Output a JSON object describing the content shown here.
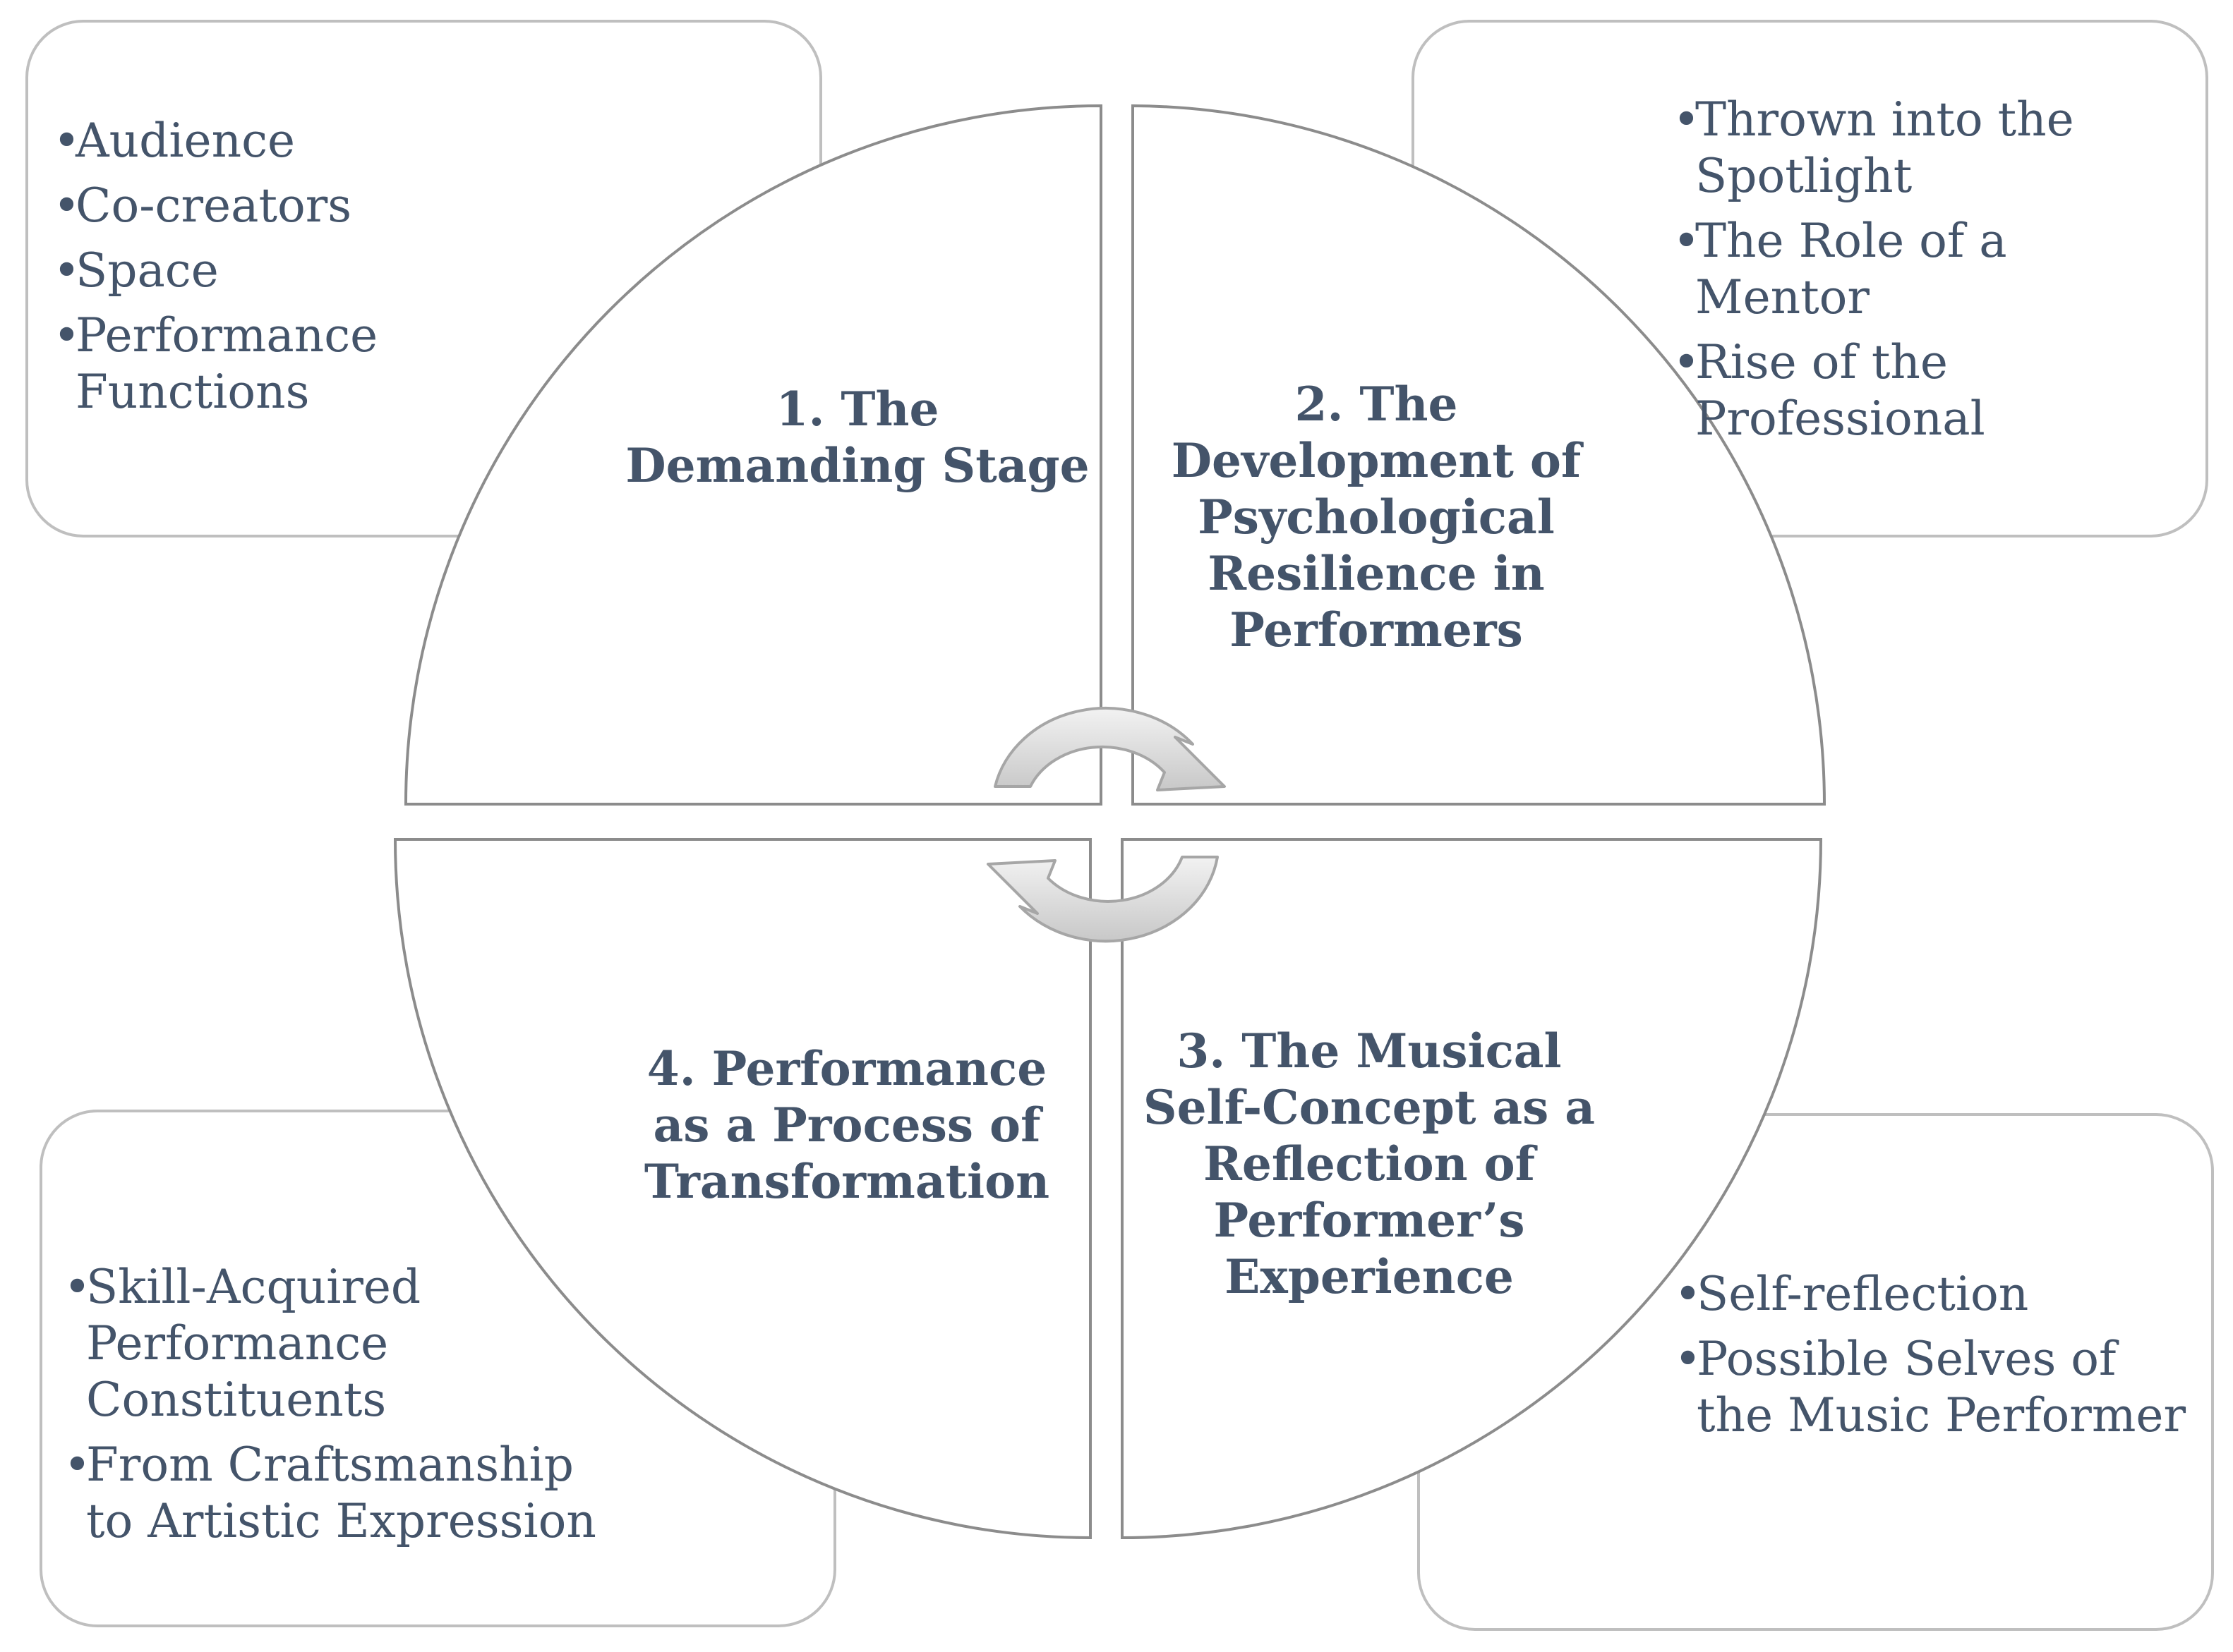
{
  "quadrants": [
    {
      "title": "1. The\nDemanding Stage"
    },
    {
      "title": "2. The\nDevelopment of\nPsychological\nResilience in\nPerformers"
    },
    {
      "title": "3. The Musical\nSelf-Concept as a\nReflection of\nPerformer’s\nExperience"
    },
    {
      "title": "4. Performance\nas a Process of\nTransformation"
    }
  ],
  "boxes": {
    "top_left": {
      "items": [
        "Audience",
        "Co-creators",
        "Space",
        "Performance Functions"
      ]
    },
    "top_right": {
      "items": [
        "Thrown into the Spotlight",
        "The Role of a Mentor",
        "Rise of the Professional"
      ]
    },
    "bottom_right": {
      "items": [
        "Self-reflection",
        "Possible Selves of the Music Performer"
      ]
    },
    "bottom_left": {
      "items": [
        "Skill-Acquired Performance Constituents",
        "From Craftsmanship to Artistic Expression"
      ]
    }
  },
  "colors": {
    "text": "#44546a",
    "outline": "#a6a6a6",
    "arrow_fill": "#d9d9d9"
  }
}
